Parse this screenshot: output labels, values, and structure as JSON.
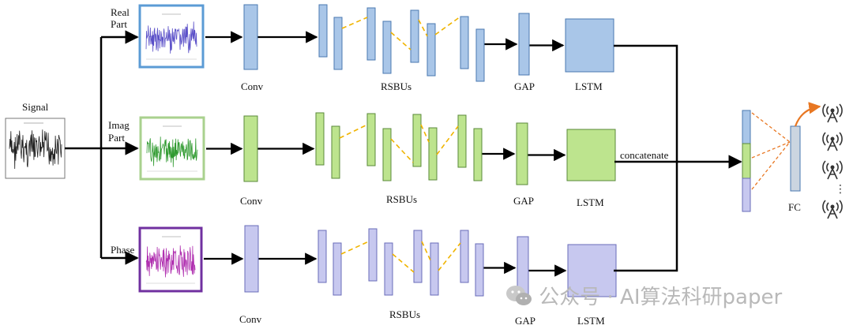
{
  "input": {
    "label": "Signal"
  },
  "branches": [
    {
      "label": "Real\nPart",
      "conv": "Conv",
      "rsbus": "RSBUs",
      "gap": "GAP",
      "lstm": "LSTM",
      "fill": "#a9c6e8",
      "stroke": "#4a78b0",
      "frame": "#5b9bd5",
      "wave": "#5a4fc8"
    },
    {
      "label": "Imag\nPart",
      "conv": "Conv",
      "rsbus": "RSBUs",
      "gap": "GAP",
      "lstm": "LSTM",
      "fill": "#bde48e",
      "stroke": "#5a8a3a",
      "frame": "#a9d18e",
      "wave": "#2f9a2f"
    },
    {
      "label": "Phase",
      "conv": "Conv",
      "rsbus": "RSBUs",
      "gap": "GAP",
      "lstm": "LSTM",
      "fill": "#c7c8ef",
      "stroke": "#6a6cb8",
      "frame": "#7030a0",
      "wave": "#b030b0"
    }
  ],
  "concatenate": "concatenate",
  "fc": "FC",
  "watermark": {
    "text": "公众号 · AI算法科研paper",
    "icon": "wechat-icon"
  },
  "colors": {
    "line": "#000000",
    "dashed": "#f0b400",
    "orange": "#e87722",
    "antenna": "#333333"
  }
}
